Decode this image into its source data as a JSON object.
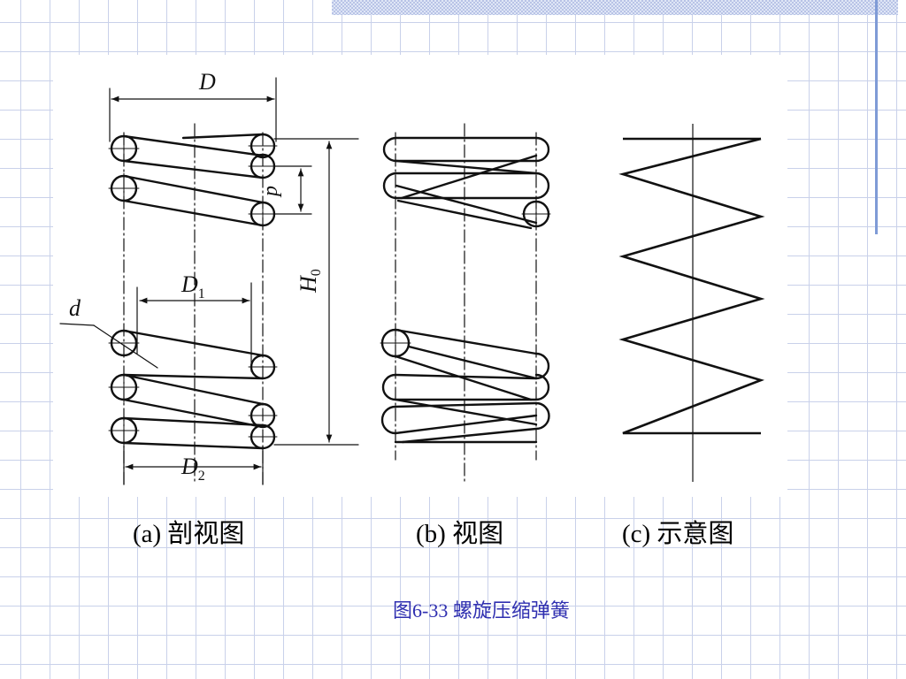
{
  "labels": {
    "D": "D",
    "p": "p",
    "H0_main": "H",
    "H0_sub": "0",
    "D1_main": "D",
    "D1_sub": "1",
    "d": "d",
    "D2_main": "D",
    "D2_sub": "2"
  },
  "captions": {
    "a": "(a) 剖视图",
    "b": "(b) 视图",
    "c": "(c) 示意图"
  },
  "figure_title": "图6-33  螺旋压缩弹簧",
  "colors": {
    "line": "#111111",
    "grid": "#c9d1ea",
    "title": "#2f2fb0",
    "accent_band": "#7f9bd6"
  }
}
